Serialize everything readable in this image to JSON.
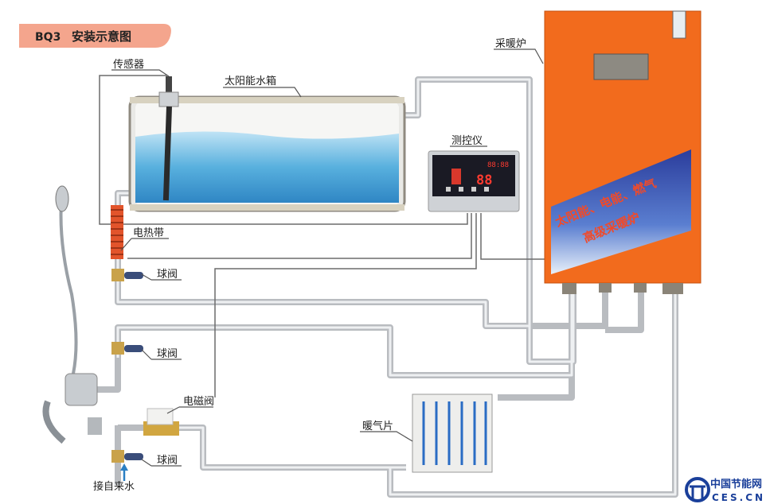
{
  "title": {
    "code": "BQ3",
    "text": "安装示意图"
  },
  "labels": {
    "sensor": "传感器",
    "solar_tank": "太阳能水箱",
    "boiler": "采暖炉",
    "controller": "测控仪",
    "heat_tape": "电热带",
    "ball_valve_1": "球阀",
    "ball_valve_2": "球阀",
    "solenoid_valve": "电磁阀",
    "radiator": "暖气片",
    "ball_valve_3": "球阀",
    "tap_water": "接自来水"
  },
  "boiler_banner": {
    "line1": "太阳能、电能、燃气",
    "line2": "高级采暖炉"
  },
  "controller_display": {
    "time": "88:88",
    "temp": "88"
  },
  "logo": {
    "cn": "中国节能网",
    "en": "CES.CN"
  },
  "colors": {
    "boiler": "#f26b1d",
    "title_tag": "#f4a58d",
    "water": "#4aa3d8",
    "pipe": "#b9bcc0"
  }
}
